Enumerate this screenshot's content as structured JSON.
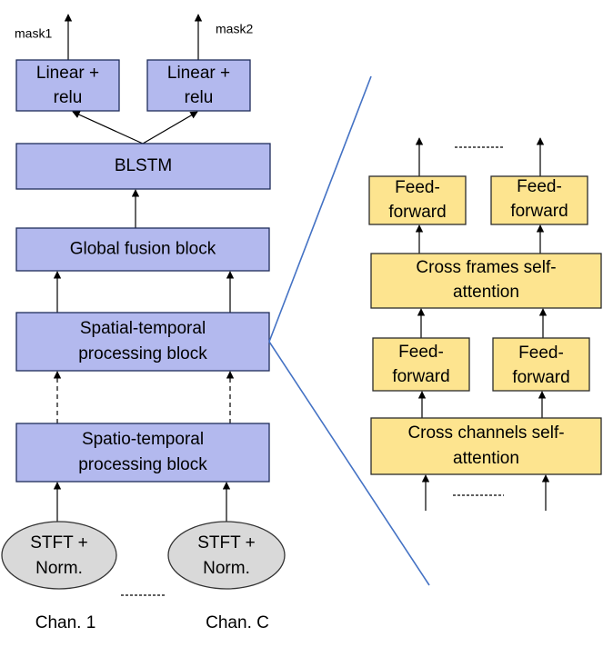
{
  "left": {
    "mask1": "mask1",
    "mask2": "mask2",
    "linear_relu_1": [
      "Linear +",
      "relu"
    ],
    "linear_relu_2": [
      "Linear +",
      "relu"
    ],
    "blstm": "BLSTM",
    "global_fusion": "Global fusion block",
    "spatial_temporal": [
      "Spatial-temporal",
      "processing block"
    ],
    "spatio_temporal": [
      "Spatio-temporal",
      "processing block"
    ],
    "stft_1": [
      "STFT +",
      "Norm."
    ],
    "stft_c": [
      "STFT +",
      "Norm."
    ],
    "chan_1": "Chan. 1",
    "chan_c": "Chan. C"
  },
  "right": {
    "ff_top_left": [
      "Feed-",
      "forward"
    ],
    "ff_top_right": [
      "Feed-",
      "forward"
    ],
    "cross_frames": [
      "Cross frames self-",
      "attention"
    ],
    "ff_mid_left": [
      "Feed-",
      "forward"
    ],
    "ff_mid_right": [
      "Feed-",
      "forward"
    ],
    "cross_channels": [
      "Cross channels self-",
      "attention"
    ]
  },
  "colors": {
    "blue_block": "#b3b9ee",
    "yellow_block": "#fde48f",
    "input_ellipse": "#d9d9d9",
    "zoom_lines": "#4472c4"
  }
}
